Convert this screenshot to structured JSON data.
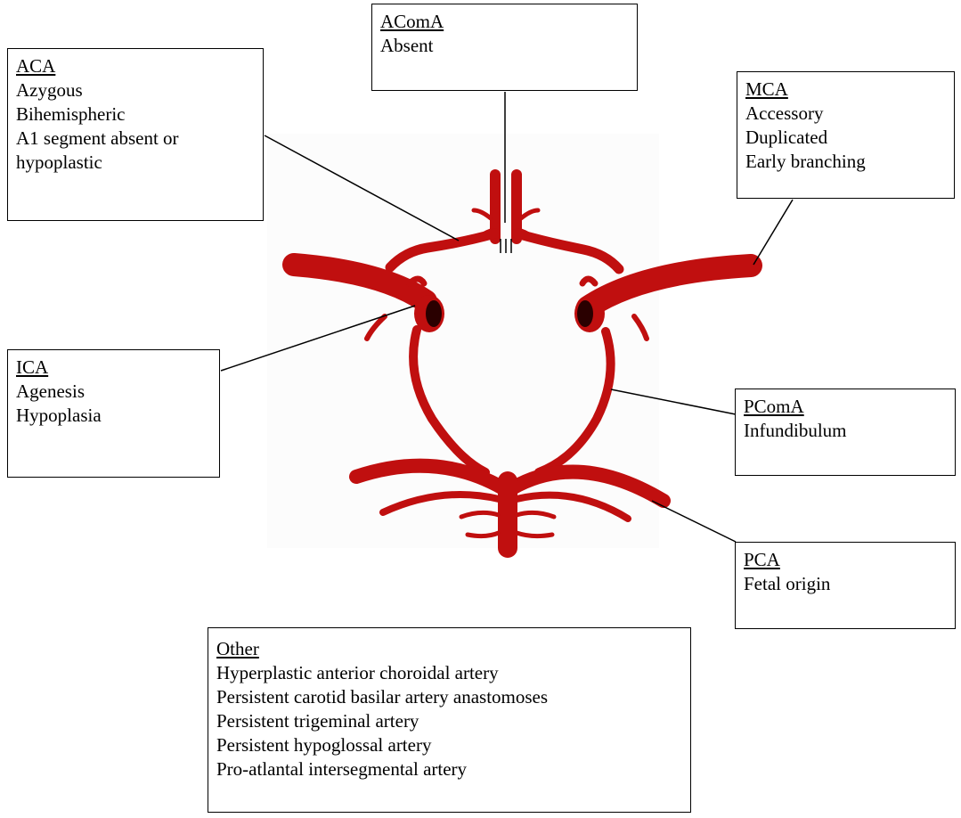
{
  "boxes": {
    "aca": {
      "heading": "ACA",
      "lines": [
        "Azygous",
        "Bihemispheric",
        "A1 segment absent or",
        "hypoplastic"
      ]
    },
    "acoma": {
      "heading": "AComA",
      "lines": [
        "Absent"
      ]
    },
    "mca": {
      "heading": "MCA",
      "lines": [
        "Accessory",
        "Duplicated",
        "Early branching"
      ]
    },
    "ica": {
      "heading": "ICA",
      "lines": [
        "Agenesis",
        "Hypoplasia"
      ]
    },
    "pcoma": {
      "heading": "PComA",
      "lines": [
        "Infundibulum"
      ]
    },
    "pca": {
      "heading": "PCA",
      "lines": [
        "Fetal origin"
      ]
    },
    "other": {
      "heading": "Other",
      "lines": [
        "Hyperplastic anterior choroidal artery",
        "Persistent carotid basilar artery anastomoses",
        "Persistent trigeminal artery",
        "Persistent hypoglossal artery",
        "Pro-atlantal intersegmental artery"
      ]
    }
  },
  "colors": {
    "artery": "#c00f0f",
    "artery_dark": "#8a0606",
    "lumen": "#2a0000",
    "line": "#000000"
  },
  "icons": {
    "vessels": "circle-of-willis-illustration"
  }
}
